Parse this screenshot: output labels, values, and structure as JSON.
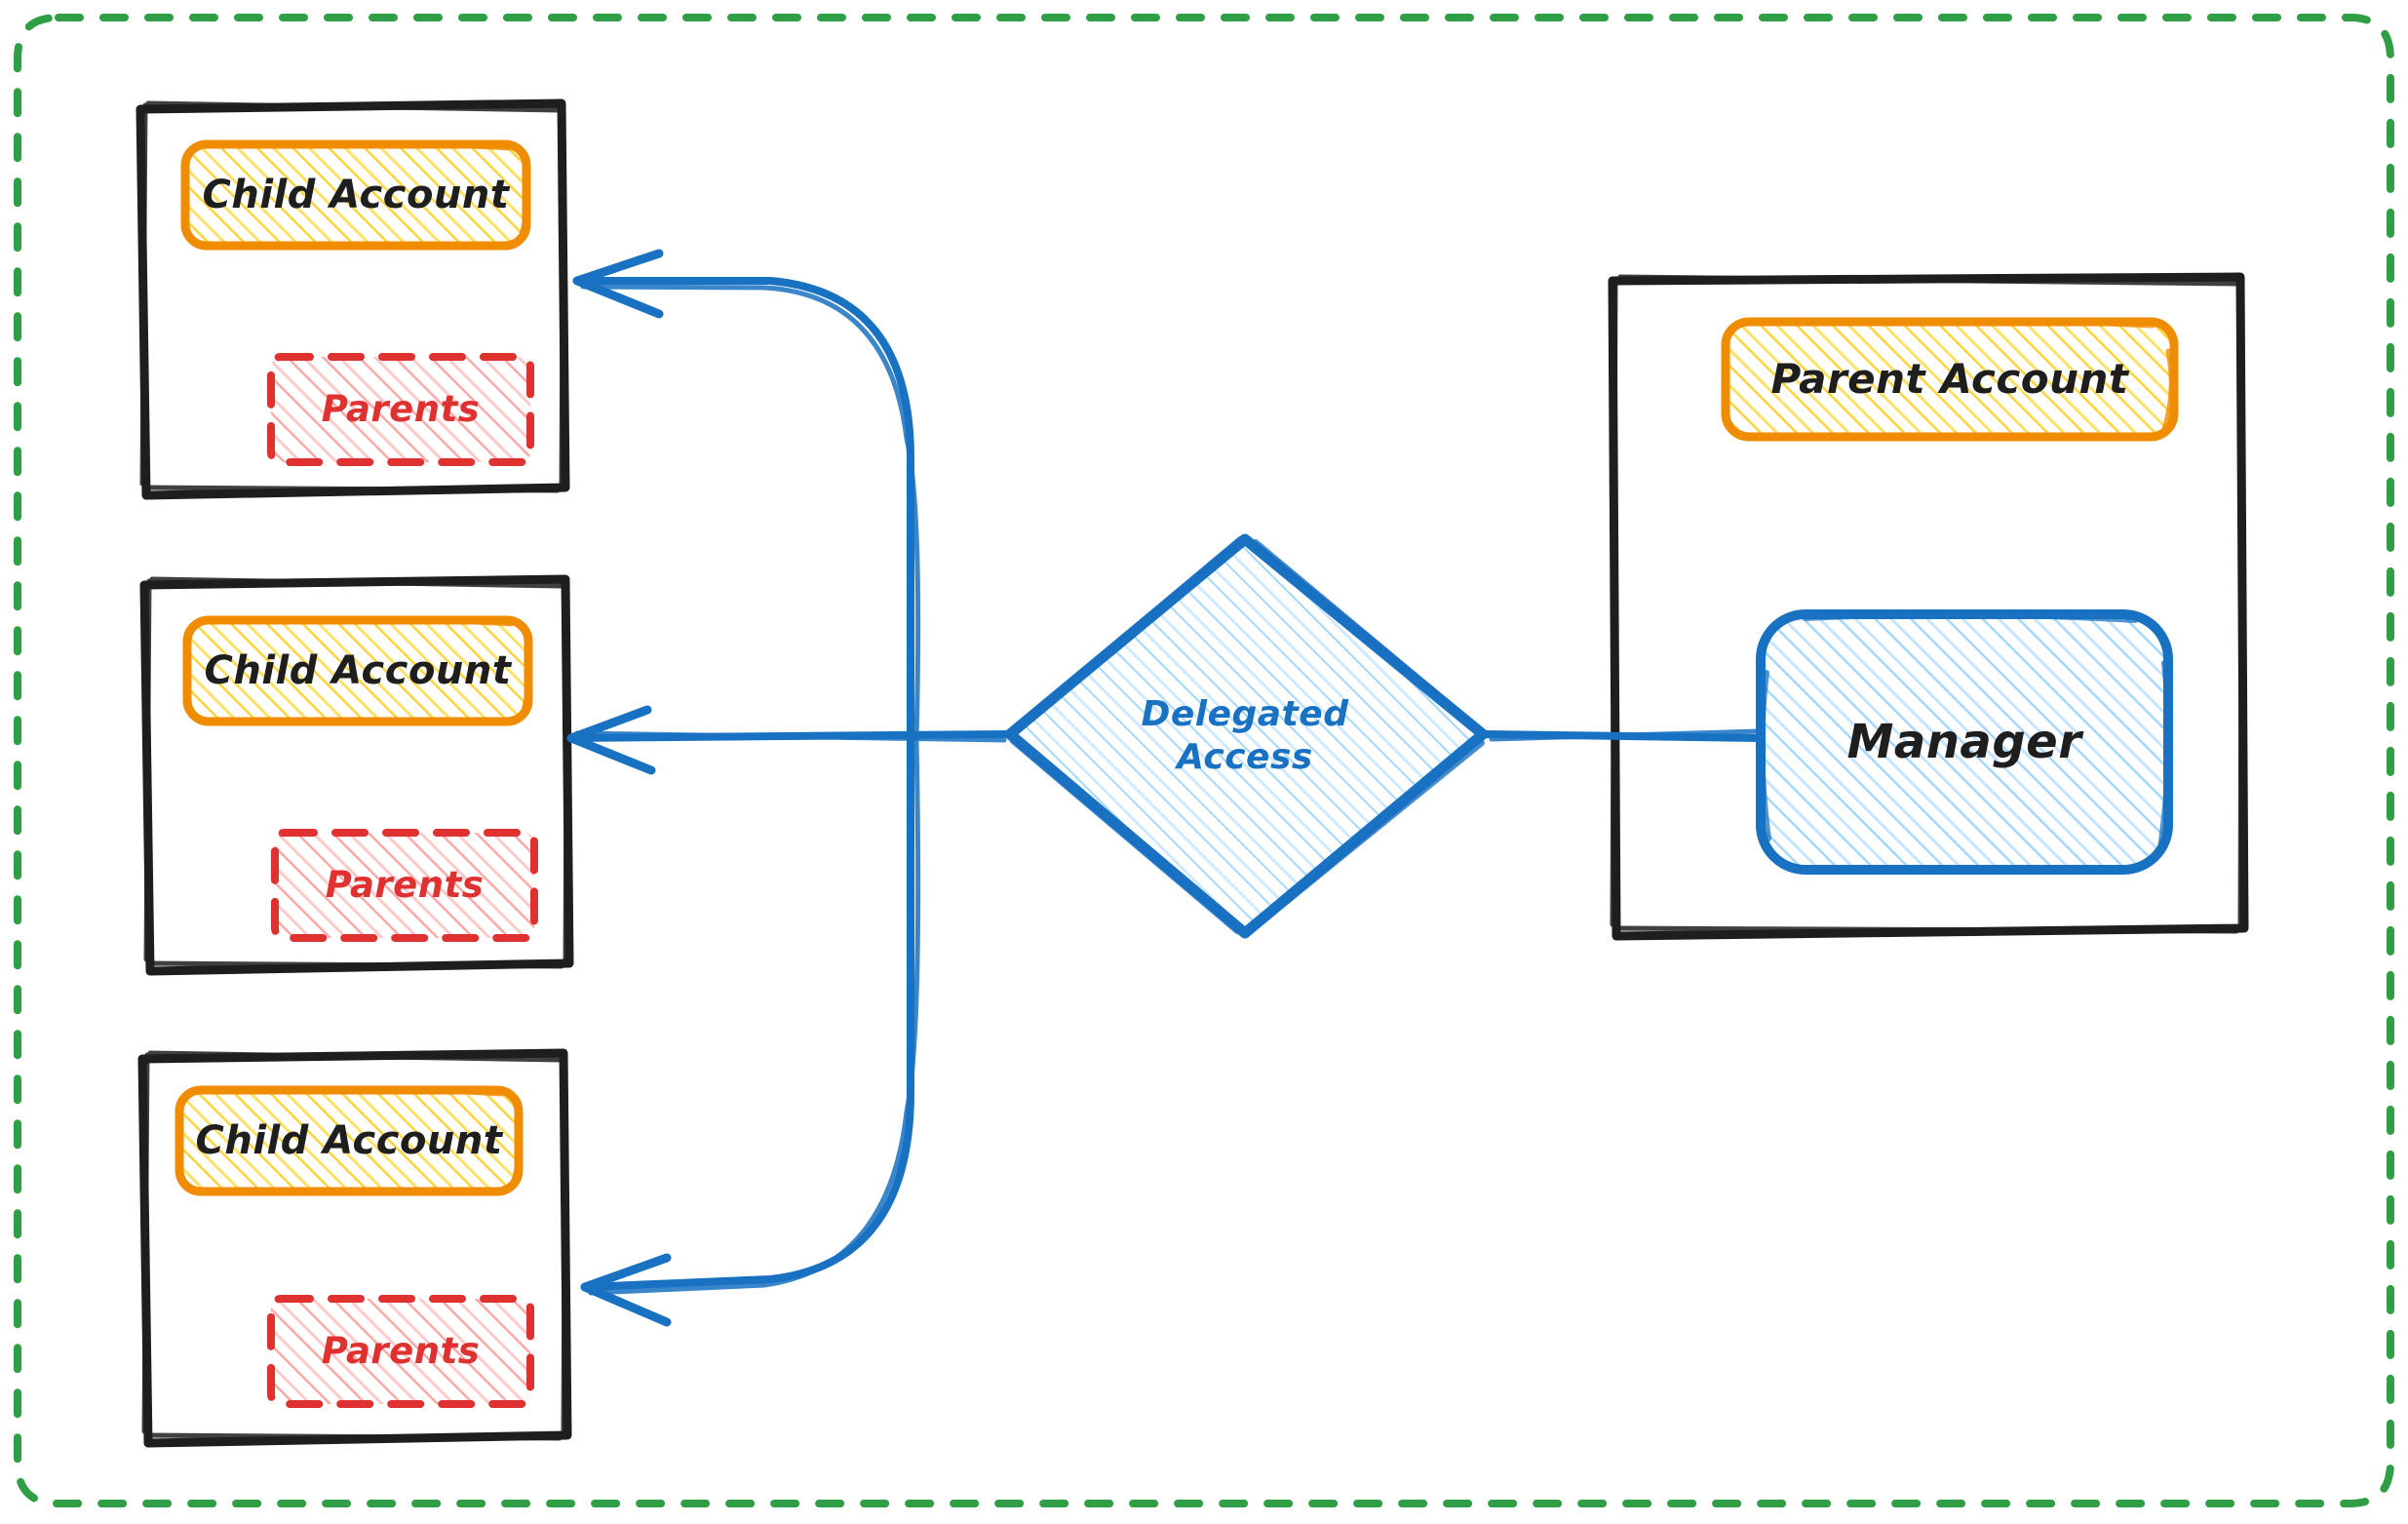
{
  "diagram": {
    "title": "Delegated Access",
    "type": "architecture-diagram",
    "style": "hand-drawn"
  },
  "colors": {
    "outer_border": "#2f9e44",
    "container_stroke": "#1e1e1e",
    "account_stroke": "#f08c00",
    "account_fill": "#ffd43b",
    "parents_stroke": "#e03131",
    "parents_fill": "#ff8787",
    "manager_stroke": "#1971c2",
    "manager_fill": "#a5d8ff",
    "arrow": "#1971c2",
    "text_dark": "#1e1e1e",
    "text_red": "#e03131",
    "text_blue": "#1971c2",
    "background": "#ffffff"
  },
  "boundary": {
    "name": "organization-boundary",
    "stroke_style": "dashed"
  },
  "child_accounts": [
    {
      "container_name": "child-account-container-1",
      "account_label": "Child Account",
      "parents_label": "Parents"
    },
    {
      "container_name": "child-account-container-2",
      "account_label": "Child Account",
      "parents_label": "Parents"
    },
    {
      "container_name": "child-account-container-3",
      "account_label": "Child Account",
      "parents_label": "Parents"
    }
  ],
  "parent_account": {
    "container_name": "parent-account-container",
    "account_label": "Parent Account",
    "manager_label": "Manager"
  },
  "delegated_access": {
    "label": "Delegated\nAccess",
    "shape": "diamond"
  },
  "connections": [
    {
      "name": "manager-to-delegated-access",
      "from": "Manager",
      "to": "Delegated Access",
      "arrow": false
    },
    {
      "name": "delegated-access-to-child-1",
      "from": "Delegated Access",
      "to": "Child Account 1",
      "arrow": true
    },
    {
      "name": "delegated-access-to-child-2",
      "from": "Delegated Access",
      "to": "Child Account 2",
      "arrow": true
    },
    {
      "name": "delegated-access-to-child-3",
      "from": "Delegated Access",
      "to": "Child Account 3",
      "arrow": true
    }
  ]
}
